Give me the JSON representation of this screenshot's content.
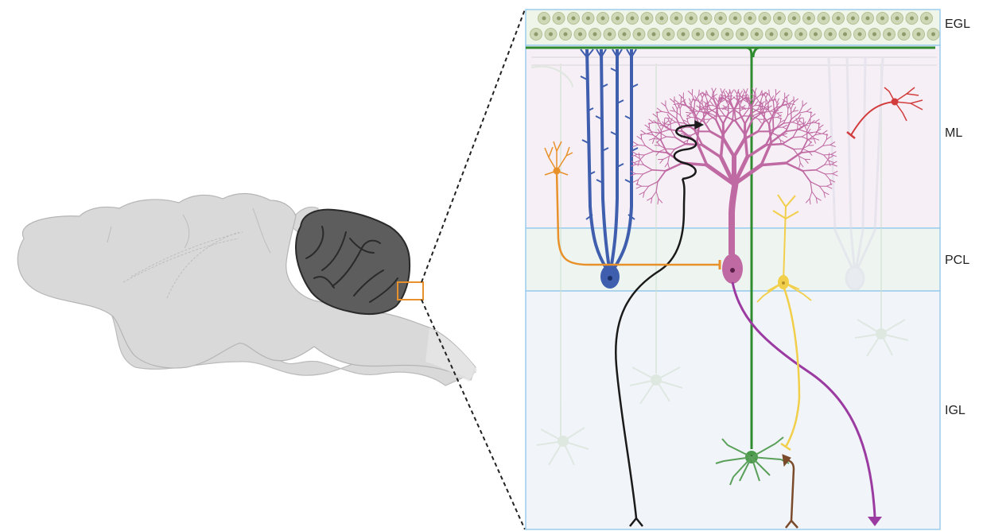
{
  "layers": [
    {
      "id": "egl",
      "label": "EGL"
    },
    {
      "id": "ml",
      "label": "ML"
    },
    {
      "id": "pcl",
      "label": "PCL"
    },
    {
      "id": "igl",
      "label": "IGL"
    }
  ],
  "colors": {
    "brain": "#d9d9d9",
    "brain_outline": "#b9b9b9",
    "cerebellum": "#5d5d5d",
    "highlight_box": "#e8912b",
    "layer_border": "#9ccdee",
    "egl_bg": "#f0f5ea",
    "ml_bg": "#f6eff6",
    "pcl_bg": "#eef5f1",
    "igl_bg": "#f1f4f9",
    "granule_cell": "#cfd8b6",
    "parallel_fiber": "#2e8b2e",
    "purkinje": "#c06aa3",
    "purkinje_axon": "#9b3ba2",
    "basket_cell": "#e8912b",
    "stellate_cell": "#d23c3c",
    "bergmann_glia": "#3f5fae",
    "climbing_fiber": "#1a1a1a",
    "lugaro_cell": "#f2cf4a",
    "mossy_fiber": "#7a4a2a",
    "faded_cell": "#cfe0cf"
  },
  "icons": [
    "brain-sagittal-icon",
    "purkinje-cell-icon",
    "bergmann-glia-icon",
    "granule-cell-icon"
  ]
}
